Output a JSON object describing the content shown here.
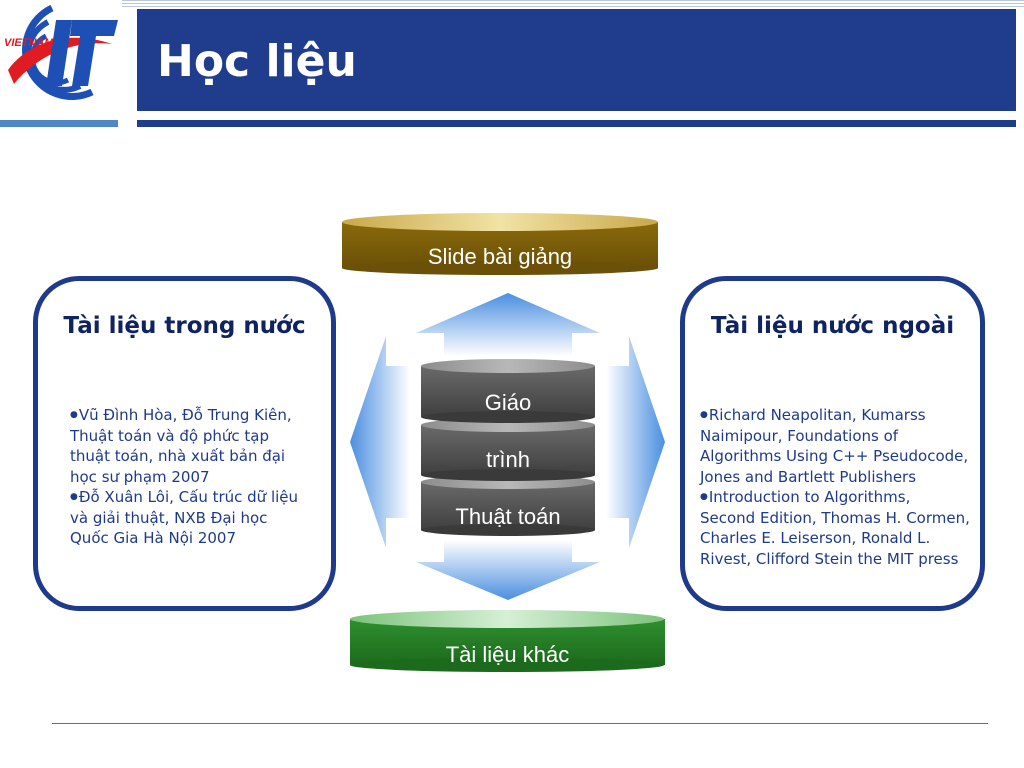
{
  "header": {
    "title": "Học liệu",
    "logo_text": "VIETNAM IT",
    "logo_colors": {
      "blue": "#1e4fb5",
      "red": "#e11b22"
    }
  },
  "diagram": {
    "top_cylinder": {
      "label": "Slide bài giảng",
      "color": "#8a6a10"
    },
    "center_stack": {
      "labels": [
        "Giáo",
        "trình",
        "Thuật toán"
      ],
      "color": "#5a5a5a"
    },
    "bottom_cylinder": {
      "label": "Tài liệu khác",
      "color": "#2c8c2c"
    },
    "arrow_color": "#4a8fe0"
  },
  "left_box": {
    "heading": "Tài liệu trong nước",
    "items": [
      "Vũ Đình Hòa, Đỗ Trung Kiên, Thuật toán và độ phức tạp thuật toán, nhà xuất bản đại học sư phạm 2007",
      "Đỗ Xuân Lôi, Cấu trúc dữ liệu và giải thuật, NXB Đại học Quốc Gia Hà Nội 2007"
    ]
  },
  "right_box": {
    "heading": "Tài liệu nước ngoài",
    "items": [
      "Richard Neapolitan, Kumarss Naimipour, Foundations of Algorithms Using C++ Pseudocode, Jones and Bartlett Publishers",
      "Introduction to Algorithms, Second Edition, Thomas H. Cormen, Charles E. Leiserson, Ronald L. Rivest, Clifford Stein the MIT press"
    ]
  },
  "colors": {
    "title_bar": "#203c8c",
    "box_border": "#1e3a8a",
    "text": "#1e3a8a"
  }
}
